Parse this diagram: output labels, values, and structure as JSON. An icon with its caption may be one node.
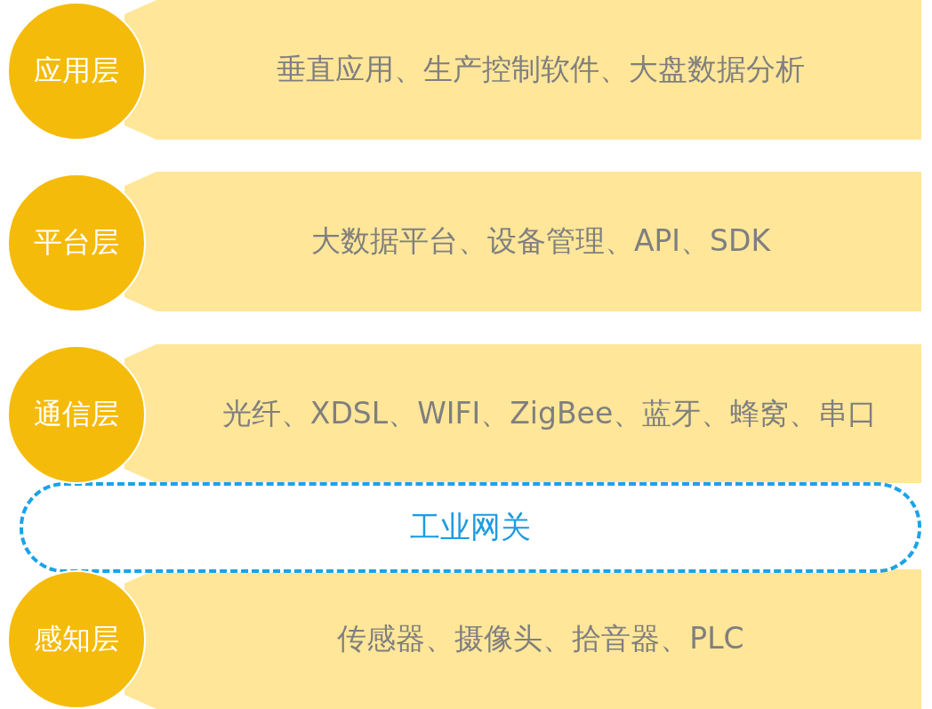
{
  "diagram": {
    "nodes": [
      {
        "text": [
          "应用层"
        ]
      },
      {
        "text": [
          "垂直应用、生产控制软件、大盘数据分析"
        ]
      },
      {
        "text": [
          "平台层"
        ]
      },
      {
        "text": [
          "大数据平台、设备管理、API、SDK"
        ]
      },
      {
        "text": [
          "通信层"
        ]
      },
      {
        "text": [
          "光纤、XDSL、WIFI、ZigBee、蓝牙、蜂窝、串口"
        ]
      },
      {
        "text": [
          "工业网关"
        ]
      },
      {
        "text": [
          "感知层"
        ]
      },
      {
        "text": [
          "传感器、摄像头、拾音器、PLC"
        ]
      }
    ]
  }
}
